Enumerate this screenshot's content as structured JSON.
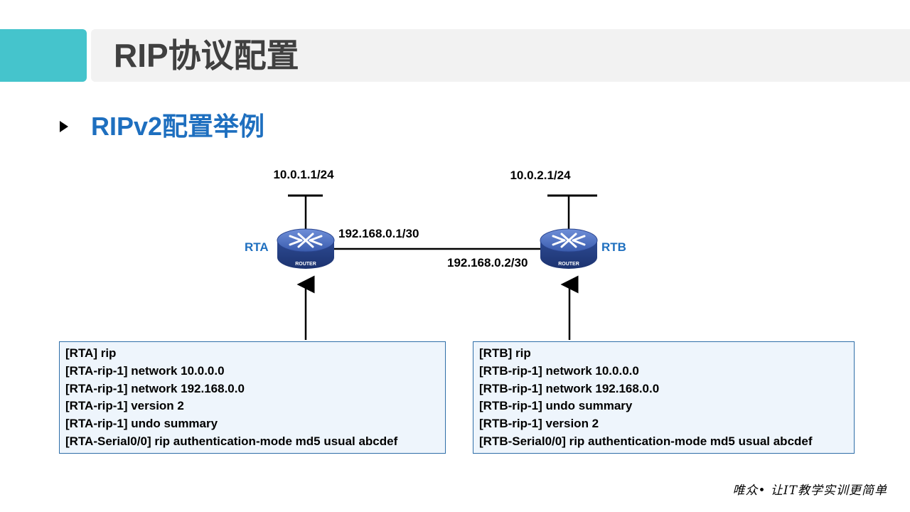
{
  "title": "RIP协议配置",
  "subtitle": "RIPv2配置举例",
  "diagram": {
    "rta": {
      "name": "RTA",
      "lan_ip": "10.0.1.1/24",
      "link_ip": "192.168.0.1/30",
      "device_label": "ROUTER"
    },
    "rtb": {
      "name": "RTB",
      "lan_ip": "10.0.2.1/24",
      "link_ip": "192.168.0.2/30",
      "device_label": "ROUTER"
    }
  },
  "config_a": [
    "[RTA] rip",
    "[RTA-rip-1] network 10.0.0.0",
    "[RTA-rip-1] network 192.168.0.0",
    "[RTA-rip-1] version 2",
    "[RTA-rip-1] undo summary",
    "[RTA-Serial0/0] rip authentication-mode md5 usual abcdef"
  ],
  "config_b": [
    "[RTB] rip",
    "[RTB-rip-1] network 10.0.0.0",
    "[RTB-rip-1] network 192.168.0.0",
    "[RTB-rip-1] undo summary",
    "[RTB-rip-1] version 2",
    "[RTB-Serial0/0] rip authentication-mode md5 usual abcdef"
  ],
  "footer": "唯众• 让IT教学实训更简单",
  "colors": {
    "accent": "#45c4cc",
    "title_bar": "#f2f2f2",
    "subtitle": "#1e6fbf",
    "box_border": "#2f6ea8",
    "box_fill": "#eef5fc",
    "router": "#3a5cae"
  }
}
